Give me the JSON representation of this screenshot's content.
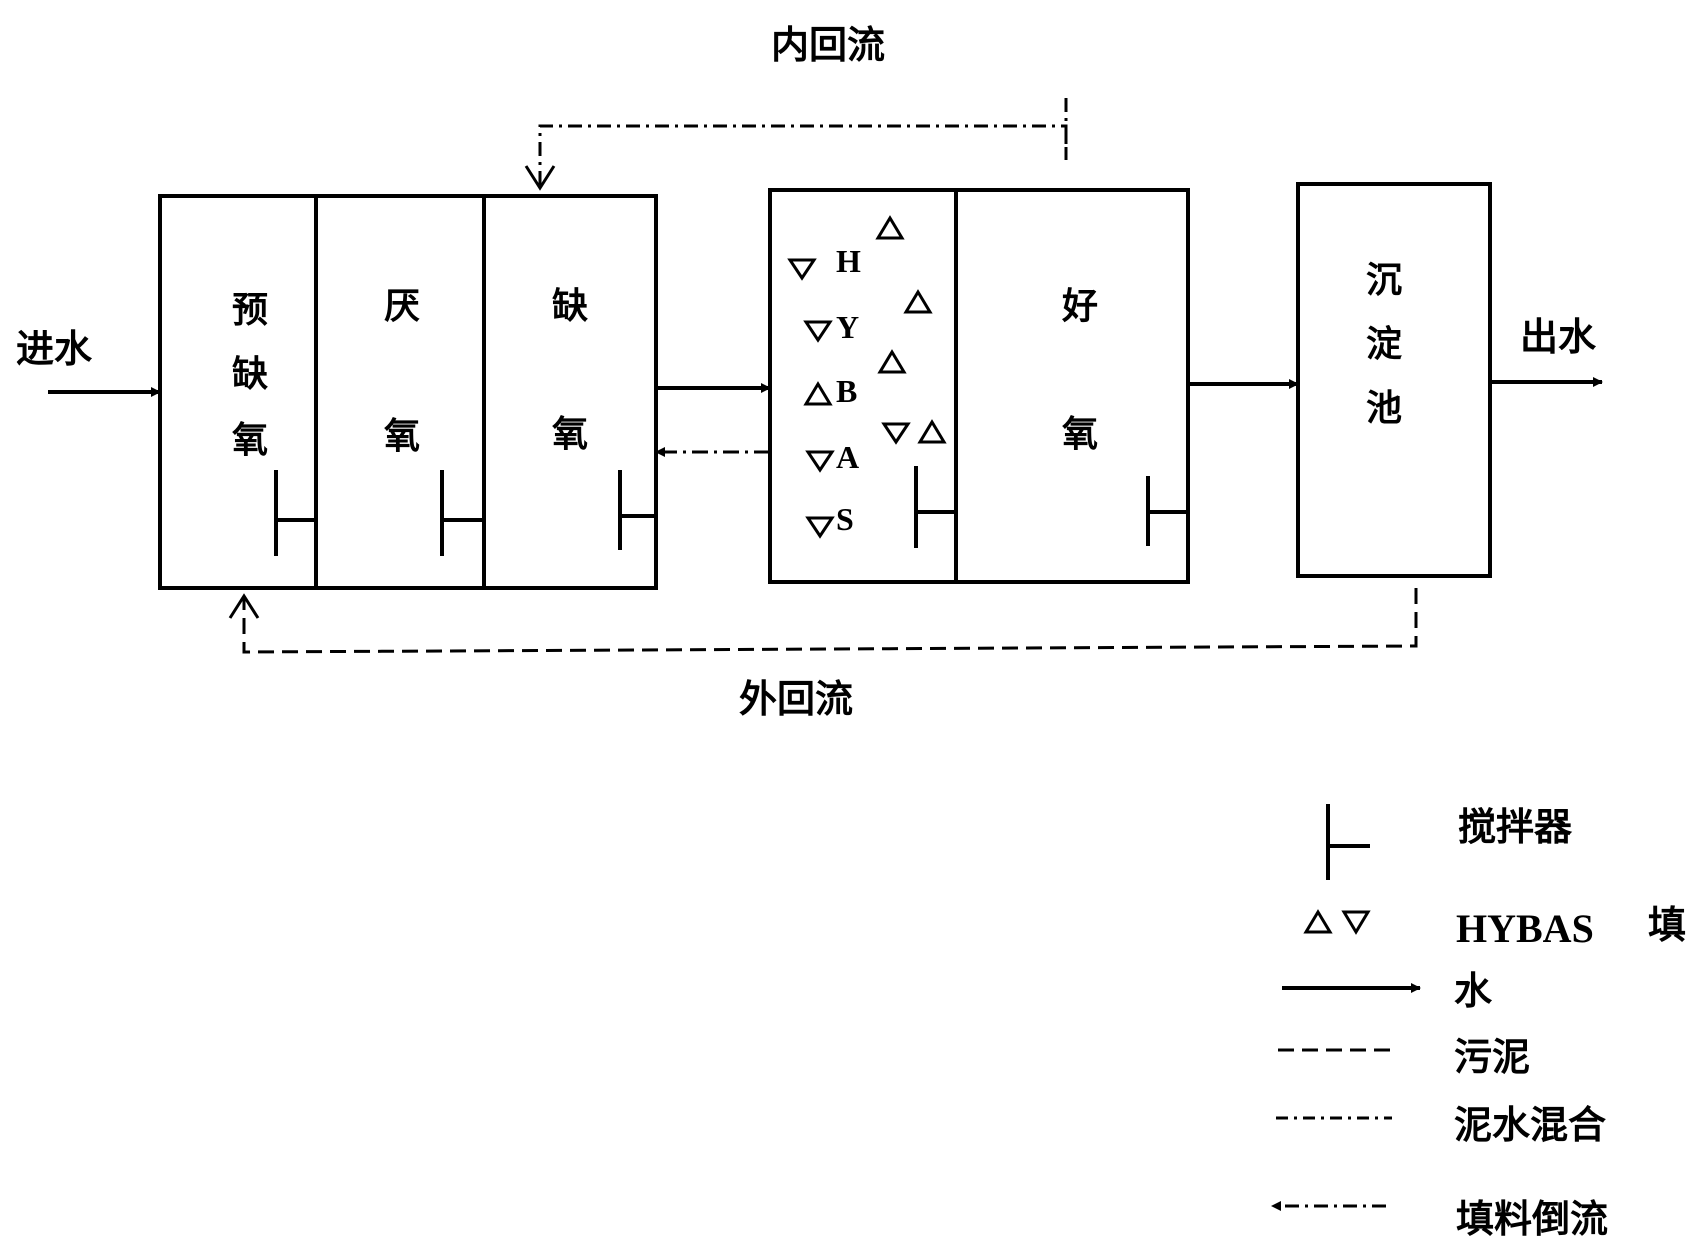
{
  "labels": {
    "inner_return": "内回流",
    "outer_return": "外回流",
    "inflow": "进水",
    "outflow": "出水"
  },
  "tanks": {
    "pre_anoxic": [
      "预",
      "缺",
      "氧"
    ],
    "anaerobic": [
      "厌",
      "氧"
    ],
    "anoxic": [
      "缺",
      "氧"
    ],
    "aerobic": [
      "好",
      "氧"
    ],
    "settling": [
      "沉",
      "淀",
      "池"
    ]
  },
  "media_letters": [
    "H",
    "Y",
    "B",
    "A",
    "S"
  ],
  "legend": {
    "mixer": "搅拌器",
    "media_prefix": "HYBAS",
    "media_suffix": "填",
    "water": "水",
    "sludge": "污泥",
    "mixed_liquor": "泥水混合",
    "media_backflow": "填料倒流"
  }
}
